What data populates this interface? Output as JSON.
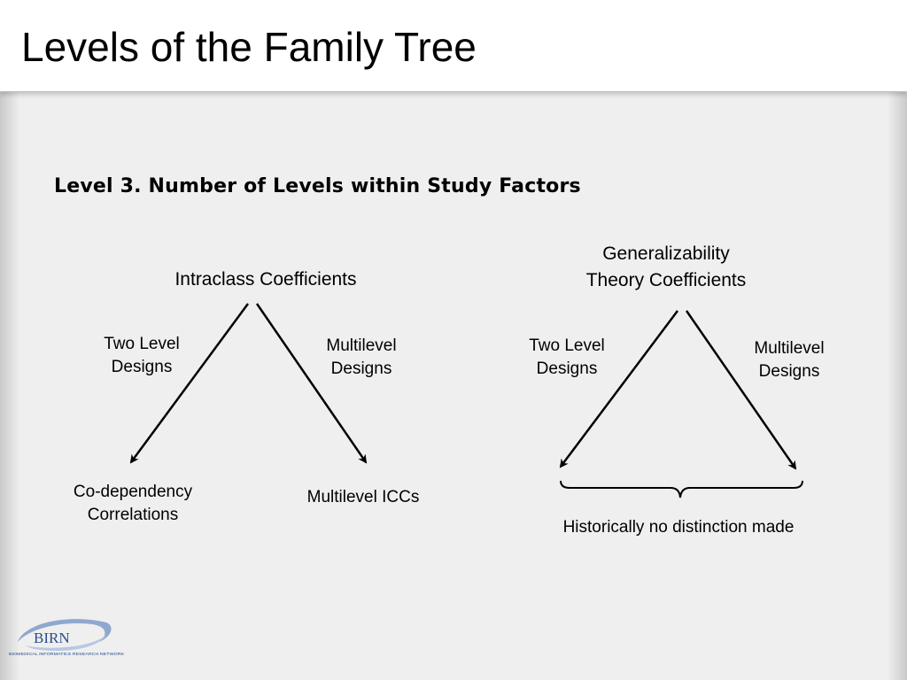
{
  "slide": {
    "title": "Levels of the Family Tree",
    "subtitle": "Level 3.  Number of Levels within Study Factors"
  },
  "left_tree": {
    "root": "Intraclass Coefficients",
    "left_branch_label": "Two Level\nDesigns",
    "right_branch_label": "Multilevel\nDesigns",
    "left_leaf": "Co-dependency\nCorrelations",
    "right_leaf": "Multilevel ICCs"
  },
  "right_tree": {
    "root": "Generalizability\nTheory Coefficients",
    "left_branch_label": "Two Level\nDesigns",
    "right_branch_label": "Multilevel\nDesigns",
    "brace_note": "Historically no distinction made"
  },
  "logo": {
    "text": "BIRN",
    "tagline": "BIOMEDICAL INFORMATICS RESEARCH NETWORK"
  },
  "colors": {
    "logo_blue": "#2b4c8c",
    "logo_swoosh": "#8fa8cf"
  }
}
